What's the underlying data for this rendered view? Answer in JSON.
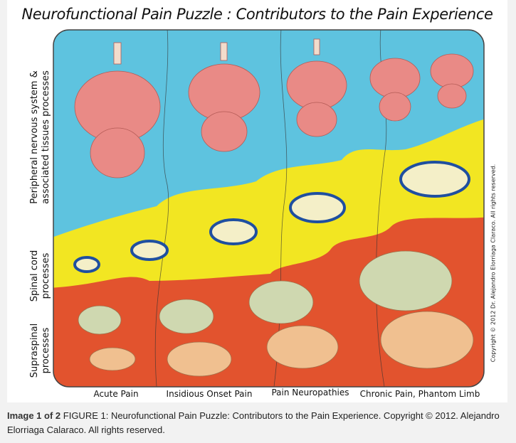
{
  "figure": {
    "title": "Neurofunctional Pain Puzzle : Contributors to the Pain Experience",
    "row_labels": {
      "peripheral_line1": "Peripheral nervous system &",
      "peripheral_line2": "associated tissues processes",
      "spinal_line1": "Spinal cord",
      "spinal_line2": "processes",
      "supraspinal_line1": "Supraspinal",
      "supraspinal_line2": "processes"
    },
    "columns": [
      "Acute Pain",
      "Insidious Onset Pain",
      "Pain Neuropathies",
      "Chronic Pain, Phantom Limb"
    ],
    "copyright": "Copyright © 2012 Dr. Alejandro Elorriaga Claraco. All rights reserved.",
    "colors": {
      "blue": "#5ec3df",
      "yellow": "#f2e622",
      "red": "#e2532e"
    }
  },
  "caption": {
    "prefix": "Image 1 of 2",
    "text": "FIGURE 1: Neurofunctional Pain Puzzle: Contributors to the Pain Experience. Copyright © 2012. Alejandro Elorriaga Calaraco. All rights reserved."
  }
}
